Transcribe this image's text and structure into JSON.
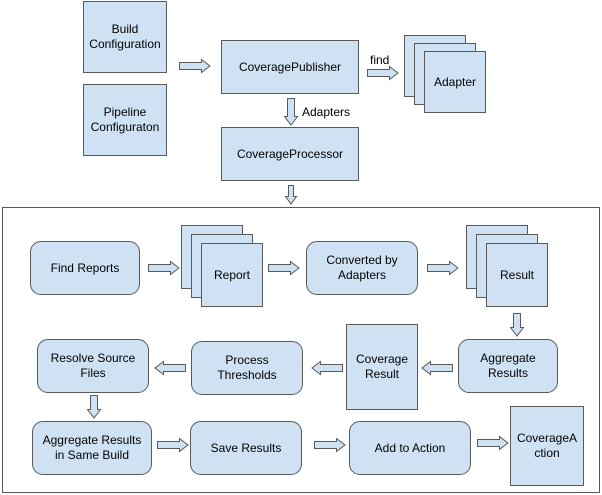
{
  "nodes": {
    "build_config": "Build\nConfiguration",
    "pipeline_config": "Pipeline\nConfiguraton",
    "coverage_publisher": "CoveragePublisher",
    "adapter": "Adapter",
    "coverage_processor": "CoverageProcessor",
    "find_reports": "Find Reports",
    "report": "Report",
    "converted_by_adapters": "Converted by\nAdapters",
    "result": "Result",
    "aggregate_results": "Aggregate\nResults",
    "coverage_result": "Coverage\nResult",
    "process_thresholds": "Process\nThresholds",
    "resolve_source_files": "Resolve Source\nFiles",
    "aggregate_same_build": "Aggregate Results\nin Same Build",
    "save_results": "Save Results",
    "add_to_action": "Add to Action",
    "coverage_action": "CoverageA\nction"
  },
  "labels": {
    "find": "find",
    "adapters": "Adapters"
  },
  "colors": {
    "fill": "#cfe2f3",
    "stroke": "#595959"
  }
}
